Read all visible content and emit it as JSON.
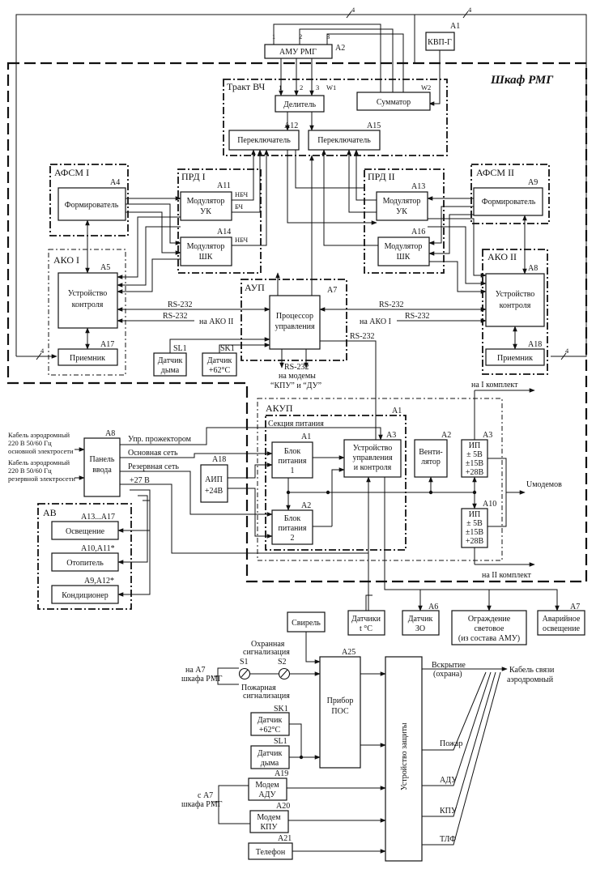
{
  "cabinet": {
    "title": "Шкаф РМГ"
  },
  "top": {
    "amu": {
      "ref": "A2",
      "label": "АМУ РМГ",
      "p1": "1",
      "p2": "2",
      "p3": "3"
    },
    "kvp": {
      "ref": "A1",
      "label": "КВП-Г"
    },
    "bus_count_1": "4",
    "bus_count_2": "4"
  },
  "trakt": {
    "label": "Тракт ВЧ",
    "w1": "W1",
    "w2": "W2",
    "p1": "1",
    "p2": "2",
    "p3": "3",
    "divider": "Делитель",
    "summator": "Сумматор",
    "sw1": {
      "ref": "A12",
      "label": "Переключатель"
    },
    "sw2": {
      "ref": "A15",
      "label": "Переключатель"
    }
  },
  "afsm1": {
    "title": "АФСМ I",
    "ref": "A4",
    "block": "Формирователь"
  },
  "afsm2": {
    "title": "АФСМ II",
    "ref": "A9",
    "block": "Формирователь"
  },
  "prd1": {
    "title": "ПРД I",
    "uk": {
      "ref": "A11",
      "line1": "Модулятор",
      "line2": "УК"
    },
    "shk": {
      "ref": "A14",
      "line1": "Модулятор",
      "line2": "ШК"
    },
    "nbch1": "НБЧ",
    "bch": "БЧ",
    "nbch2": "НБЧ"
  },
  "prd2": {
    "title": "ПРД II",
    "uk": {
      "ref": "A13",
      "line1": "Модулятор",
      "line2": "УК"
    },
    "shk": {
      "ref": "A16",
      "line1": "Модулятор",
      "line2": "ШК"
    }
  },
  "ako1": {
    "title": "АКО I",
    "ctrl_ref": "A5",
    "ctrl1": "Устройство",
    "ctrl2": "контроля",
    "rx_ref": "A17",
    "rx": "Приемник"
  },
  "ako2": {
    "title": "АКО II",
    "ctrl_ref": "A8",
    "ctrl1": "Устройство",
    "ctrl2": "контроля",
    "rx_ref": "A18",
    "rx": "Приемник"
  },
  "aup": {
    "title": "АУП",
    "ref": "A7",
    "proc1": "Процессор",
    "proc2": "управления",
    "sl1": "SL1",
    "sk1": "SK1",
    "smoke1": "Датчик",
    "smoke2": "дыма",
    "temp1": "Датчик",
    "temp2": "+62°C",
    "rs_a": "RS-232",
    "rs_b": "RS-232",
    "rs_c": "RS-232",
    "rs_d": "RS-232",
    "rs_e": "RS-232",
    "rs_f": "RS-232",
    "to_ako2": "на АКО II",
    "to_ako1": "на АКО I",
    "modem1": "на модемы",
    "modem2": "“КПУ” и “ДУ”"
  },
  "akup": {
    "title": "АКУП",
    "ref": "A1",
    "section": "Секция питания",
    "bp1": {
      "ref": "A1",
      "l1": "Блок",
      "l2": "питания",
      "l3": "1"
    },
    "bp2": {
      "ref": "A2",
      "l1": "Блок",
      "l2": "питания",
      "l3": "2"
    },
    "ctrl": {
      "ref": "A3",
      "l1": "Устройство",
      "l2": "управления",
      "l3": "и контроля"
    },
    "fan": {
      "ref": "A2",
      "l1": "Венти-",
      "l2": "лятор"
    },
    "ip1": {
      "ref": "A3",
      "l1": "ИП",
      "l2": "± 5В",
      "l3": "±15В",
      "l4": "+28В"
    },
    "ip2": {
      "ref": "A10",
      "l1": "ИП",
      "l2": "± 5В",
      "l3": "±15В",
      "l4": "+28В"
    },
    "to_k1": "на I комплект",
    "to_k2": "на II комплект",
    "umodem": "Uмодемов"
  },
  "panel": {
    "ref": "A8",
    "l1": "Панель",
    "l2": "ввода",
    "cable1a": "Кабель аэродромный",
    "cable1b": "220 В 50/60 Гц",
    "cable1c": "основной электросети",
    "cable2a": "Кабель аэродромный",
    "cable2b": "220 В 50/60 Гц",
    "cable2c": "резервной электросети",
    "upr": "Упр. прожектором",
    "main": "Основная сеть",
    "reserve": "Резервная сеть",
    "v27": "+27 В"
  },
  "aip": {
    "ref": "A18",
    "l1": "АИП",
    "l2": "+24В"
  },
  "av": {
    "title": "АВ",
    "light": {
      "ref": "A13...A17",
      "label": "Освещение"
    },
    "heat": {
      "ref": "A10,A11*",
      "label": "Отопитель"
    },
    "cond": {
      "ref": "A9,A12*",
      "label": "Кондиционер"
    }
  },
  "sensors": {
    "temp": {
      "l1": "Датчики",
      "l2": "t °C"
    },
    "zo": {
      "ref": "A6",
      "l1": "Датчик",
      "l2": "ЗО"
    },
    "fence": {
      "l1": "Ограждение",
      "l2": "световое",
      "l3": "(из состава АМУ)"
    },
    "emerg": {
      "ref": "A7",
      "l1": "Аварийное",
      "l2": "освещение"
    }
  },
  "pos": {
    "svirel": "Свирель",
    "guard1": "Охранная",
    "guard2": "сигнализация",
    "s1": "S1",
    "s2": "S2",
    "fire1": "Пожарная",
    "fire2": "сигнализация",
    "na_a7_1": "на А7",
    "na_a7_2": "шкафа РМГ",
    "s_a7_1": "с А7",
    "s_a7_2": "шкафа РМГ",
    "ref": "A25",
    "l1": "Прибор",
    "l2": "ПОС",
    "sk1": "SK1",
    "temp1": "Датчик",
    "temp2": "+62°C",
    "sl1": "SL1",
    "smoke1": "Датчик",
    "smoke2": "дыма",
    "adu": {
      "ref": "A19",
      "l1": "Модем",
      "l2": "АДУ"
    },
    "kpu": {
      "ref": "A20",
      "l1": "Модем",
      "l2": "КПУ"
    },
    "tel": {
      "ref": "A21",
      "label": "Телефон"
    },
    "protect": "Устройство защиты",
    "out_open1": "Вскрытие",
    "out_open2": "(охрана)",
    "out_fire": "Пожар",
    "out_adu": "АДУ",
    "out_kpu": "КПУ",
    "out_tlf": "ТЛФ",
    "cable1": "Кабель связи",
    "cable2": "аэродромный"
  }
}
